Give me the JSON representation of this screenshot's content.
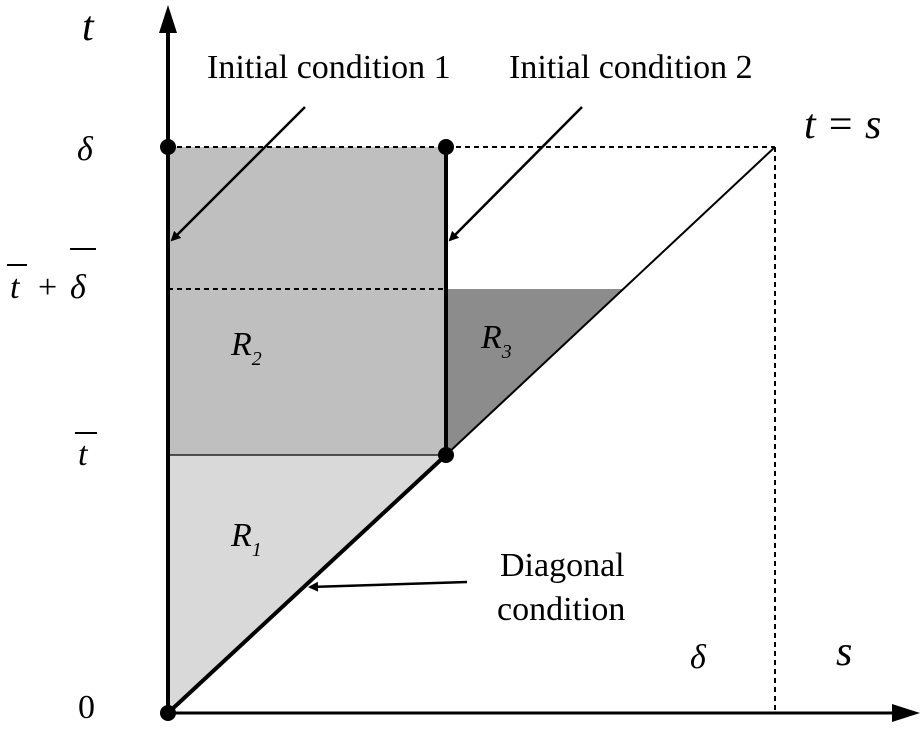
{
  "axes": {
    "t_axis_label": "t",
    "s_axis_label": "s",
    "origin_label": "0",
    "delta_t_label": "δ",
    "delta_s_label": "δ",
    "tbar_label": "t",
    "tbar_plus_deltabar_label": {
      "t": "t",
      "plus": "+",
      "delta": "δ"
    },
    "diagonal_label": "t = s"
  },
  "regions": {
    "r1": {
      "letter": "R",
      "sub": "1"
    },
    "r2": {
      "letter": "R",
      "sub": "2"
    },
    "r3": {
      "letter": "R",
      "sub": "3"
    }
  },
  "annotations": {
    "initial_condition_1": "Initial condition 1",
    "initial_condition_2": "Initial condition 2",
    "diagonal_condition_line1": "Diagonal",
    "diagonal_condition_line2": "condition"
  },
  "colors": {
    "region_r1": "#d9d9d9",
    "region_r2": "#bfbfbf",
    "region_r3": "#8c8c8c",
    "line": "#000000"
  }
}
